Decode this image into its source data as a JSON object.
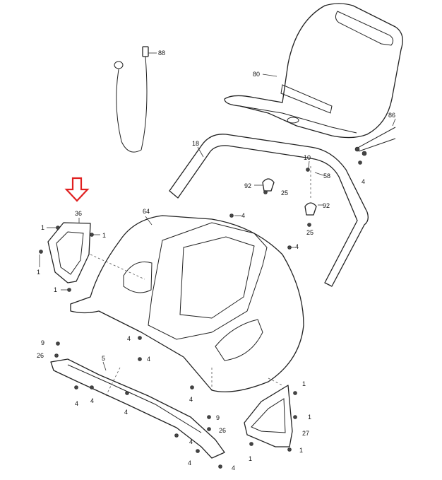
{
  "labels": {
    "l88": "88",
    "l80": "80",
    "l86": "86",
    "l18": "18",
    "l10": "10",
    "l58": "58",
    "l92a": "92",
    "l25a": "25",
    "l92b": "92",
    "l25b": "25",
    "l4a": "4",
    "l36": "36",
    "l64": "64",
    "l1a": "1",
    "l1b": "1",
    "l1c": "1",
    "l1d": "1",
    "l4b": "4",
    "l4c": "4",
    "l4d": "4",
    "l4e": "4",
    "l9a": "9",
    "l26a": "26",
    "l5": "5",
    "l4f": "4",
    "l4g": "4",
    "l4h": "4",
    "l4i": "4",
    "l9b": "9",
    "l26b": "26",
    "l4j": "4",
    "l4k": "4",
    "l1e": "1",
    "l1f": "1",
    "l27": "27",
    "l1g": "1",
    "l1h": "1",
    "l4l": "4"
  },
  "colors": {
    "arrow": "#e02020",
    "line": "#222222"
  },
  "icons": {
    "indicator": "red-down-arrow-icon"
  }
}
